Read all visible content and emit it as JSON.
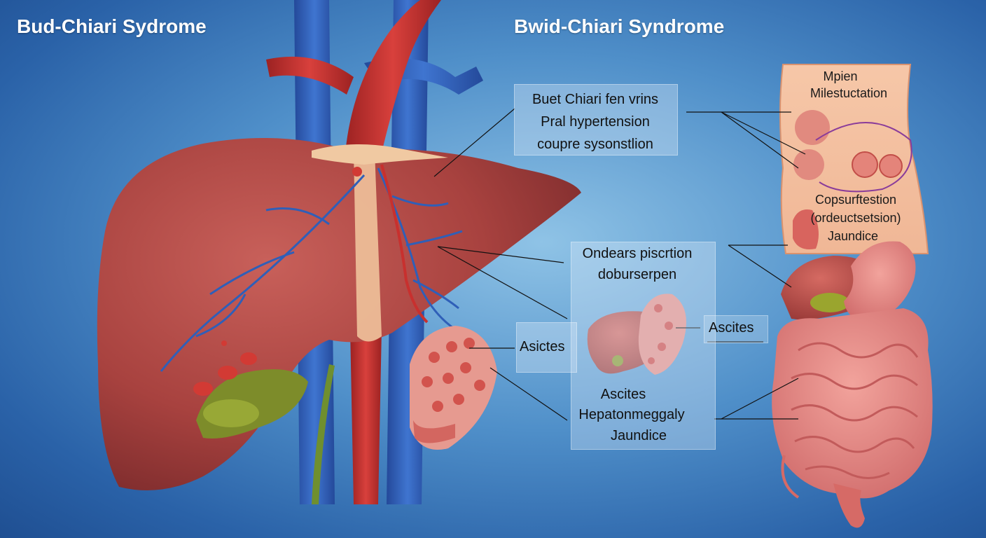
{
  "titles": {
    "left": "Bud-Chiari Sydrome",
    "right": "Bwid-Chiari Syndrome"
  },
  "callouts": {
    "top_box": [
      "Buet Chiari fen vrins",
      "Pral hypertension",
      "coupre sysonstlion"
    ],
    "middle_box": [
      "Ondears piscrtion",
      "doburserpen"
    ],
    "asictes_left": "Asictes",
    "ascites_right": "Ascites",
    "bottom_list": [
      "Ascites",
      "Hepatonmeggaly",
      "Jaundice"
    ]
  },
  "inset_panel": {
    "title_lines": [
      "Mpien",
      "Milestuctation"
    ],
    "lower_lines": [
      "Copsurftestion",
      "(ordeuctsetsion)",
      "Jaundice"
    ]
  },
  "colors": {
    "liver": "#a8423f",
    "vein": "#2f5fb8",
    "artery": "#c8302e",
    "bile": "#7a8a2e",
    "intestine": "#e07e7e",
    "background": "#4f8fc9"
  }
}
